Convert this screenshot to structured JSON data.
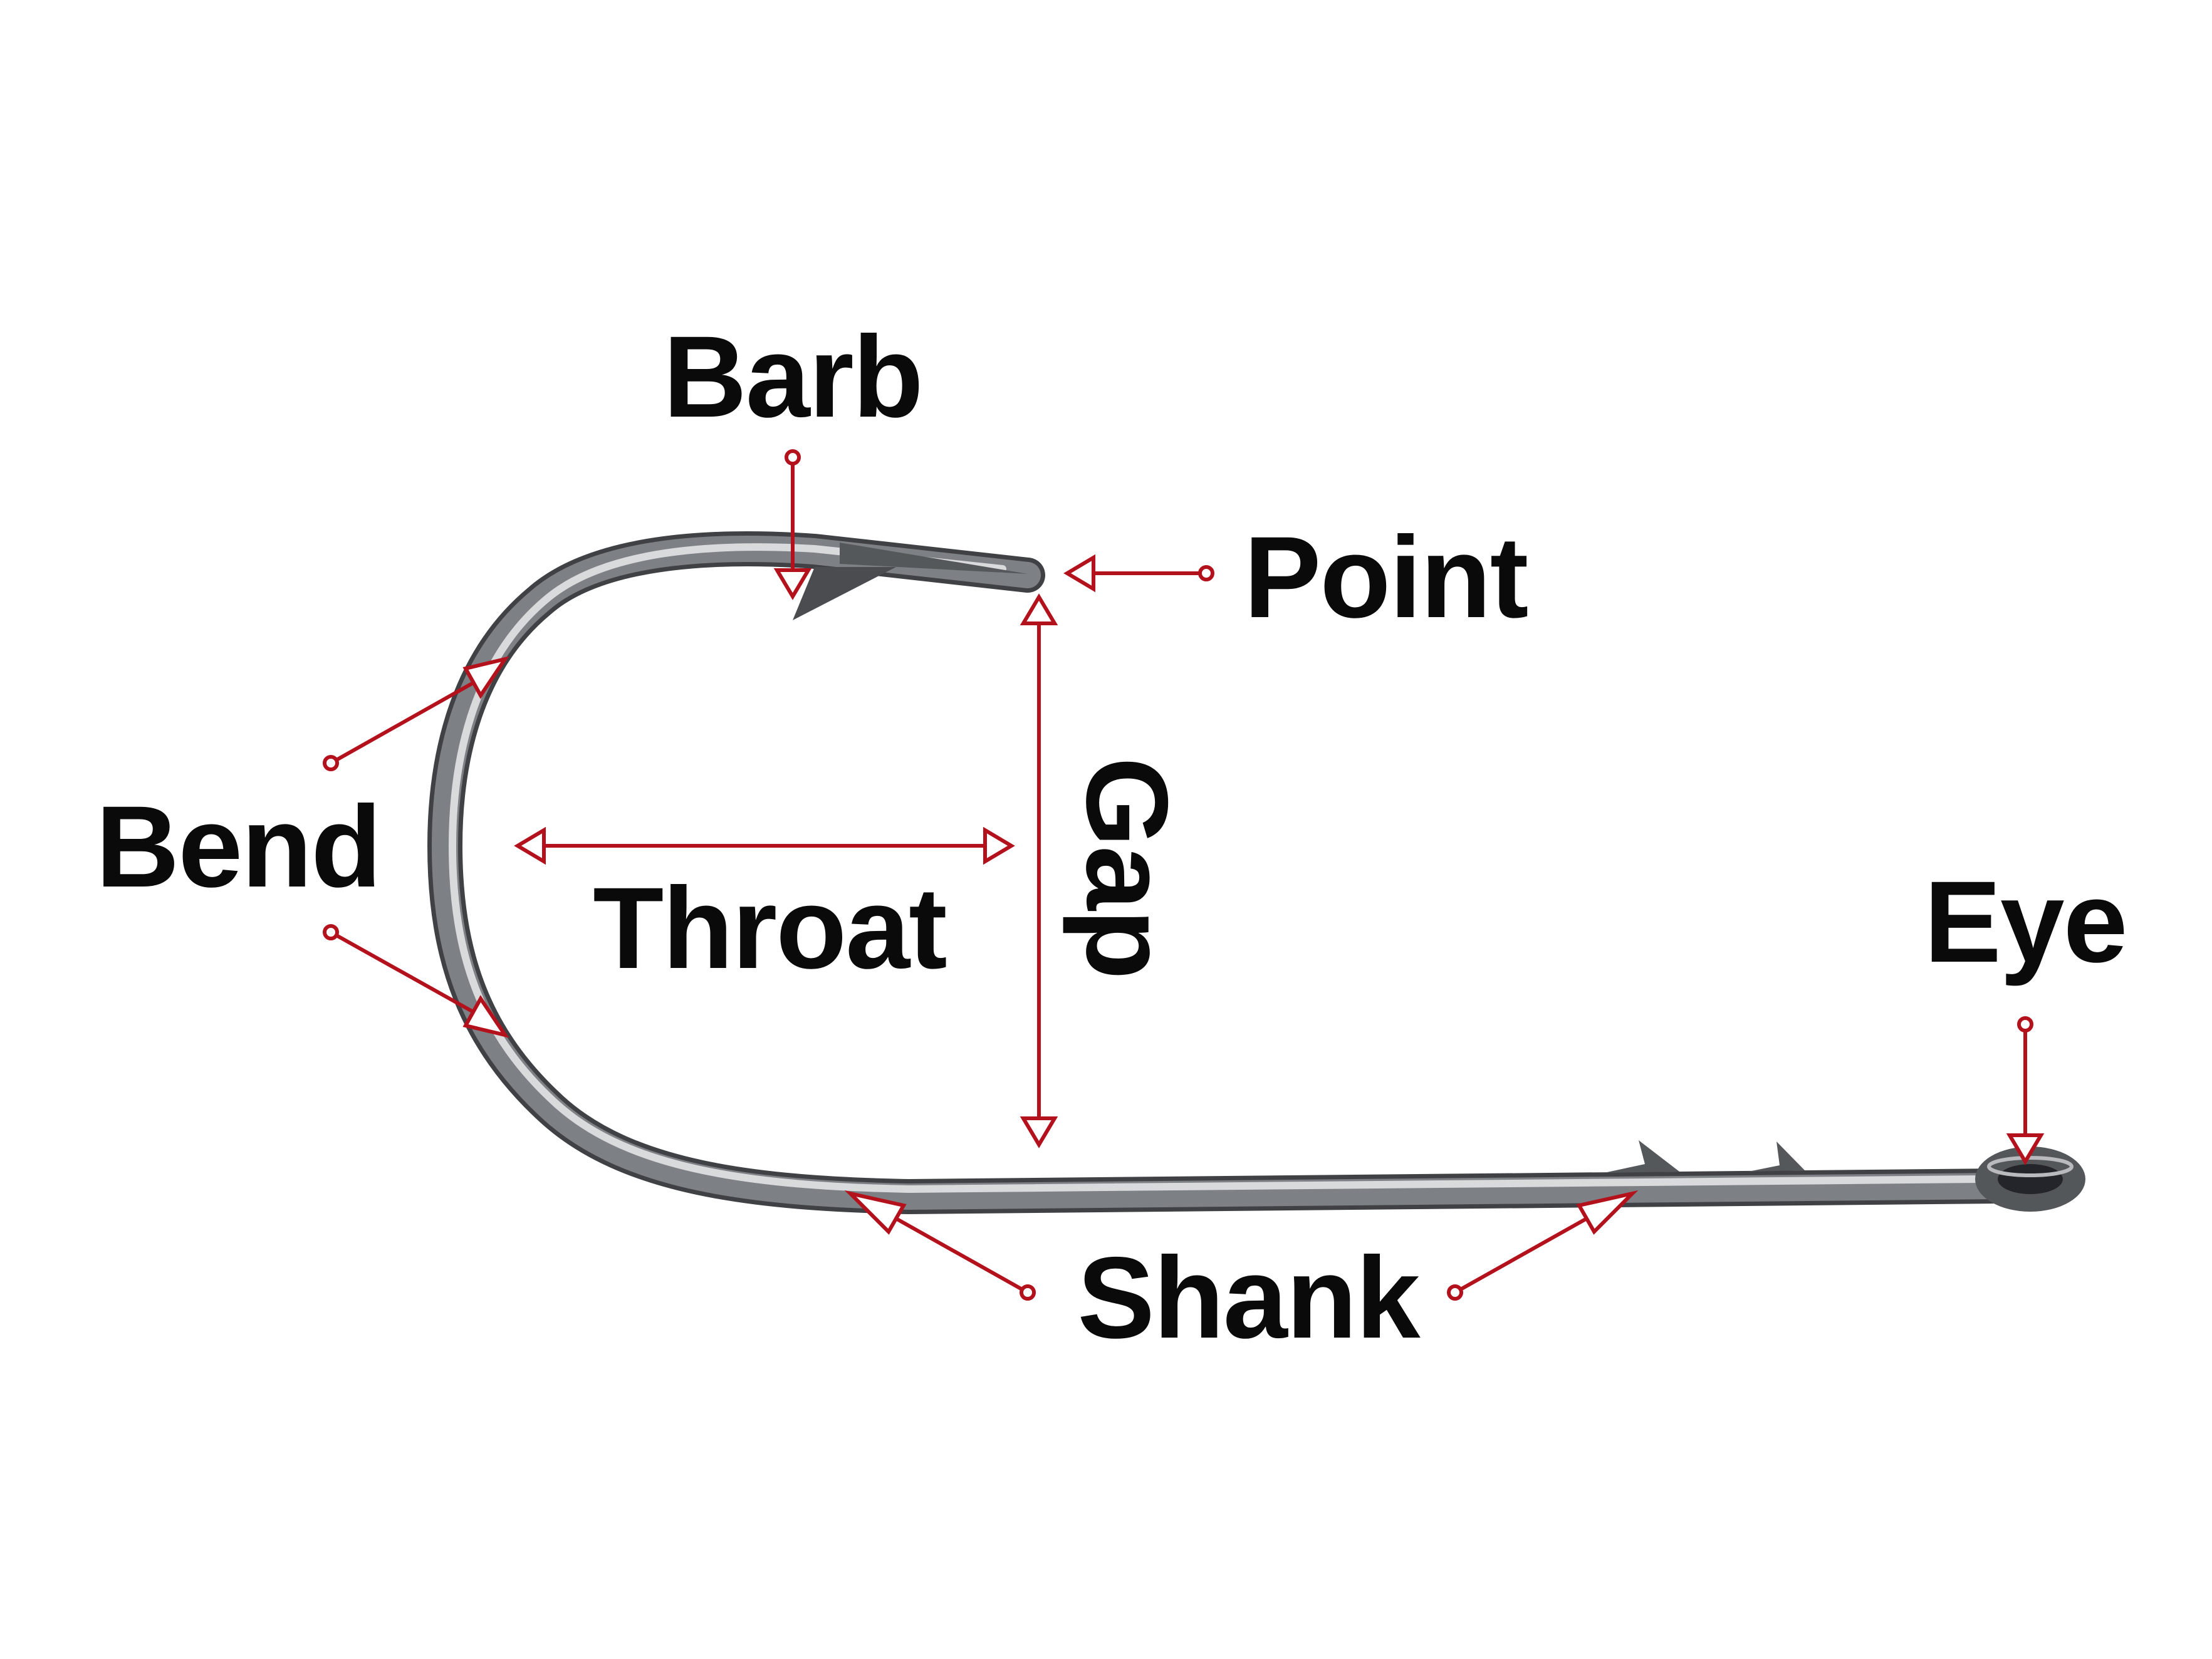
{
  "labels": {
    "barb": "Barb",
    "point": "Point",
    "bend": "Bend",
    "throat": "Throat",
    "gap": "Gap",
    "eye": "Eye",
    "shank": "Shank"
  },
  "colors": {
    "annotation": "#b3121d",
    "label": "#0a0a0a",
    "hook_dark": "#4a4c4f",
    "hook_light": "#c9cbcd",
    "background": "#ffffff"
  }
}
